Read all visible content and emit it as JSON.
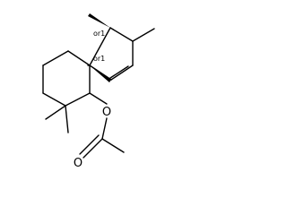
{
  "atoms": {
    "ester_oxygen": "O",
    "carbonyl_oxygen": "O"
  },
  "stereo": {
    "methyl_center": "or1",
    "spiro_center": "or1"
  },
  "colors": {
    "ink": "#000000",
    "background": "#ffffff"
  }
}
